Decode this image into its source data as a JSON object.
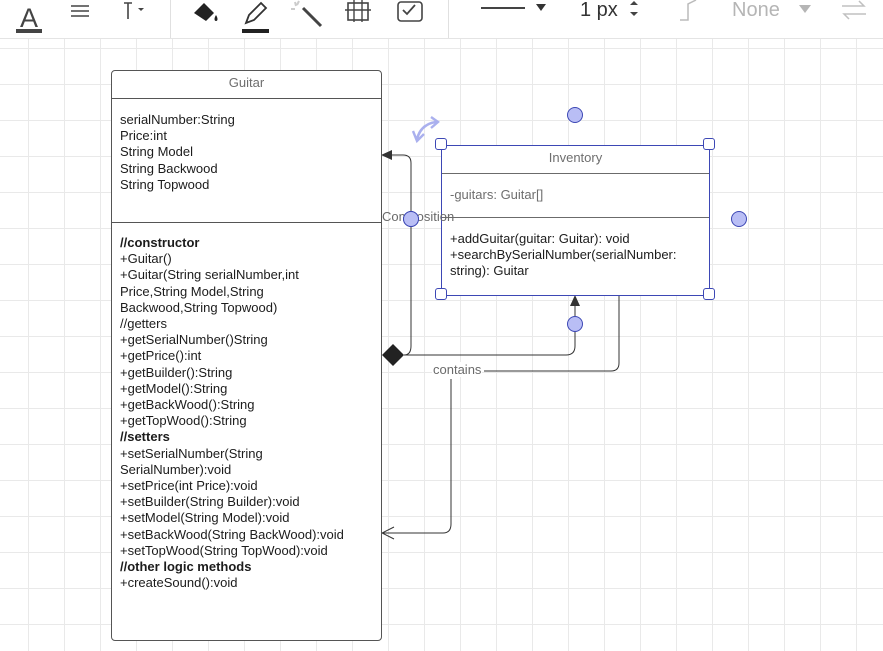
{
  "toolbar": {
    "text_icon": "A",
    "line_width_value": "1 px",
    "endpoint_value": "None",
    "colors": {
      "accent": "#3d48b5",
      "handle_fill": "#b9bef5"
    }
  },
  "guitar": {
    "title": "Guitar",
    "attributes": [
      "serialNumber:String",
      "Price:int",
      "String Model",
      "String Backwood",
      "String Topwood"
    ],
    "methods": [
      {
        "text": "//constructor",
        "bold": true
      },
      {
        "text": "+Guitar()",
        "bold": false
      },
      {
        "text": "+Guitar(String serialNumber,int",
        "bold": false
      },
      {
        "text": "Price,String Model,String",
        "bold": false
      },
      {
        "text": "Backwood,String Topwood)",
        "bold": false
      },
      {
        "text": "//getters",
        "bold": false
      },
      {
        "text": "+getSerialNumber()String",
        "bold": false
      },
      {
        "text": "+getPrice():int",
        "bold": false
      },
      {
        "text": "+getBuilder():String",
        "bold": false
      },
      {
        "text": "+getModel():String",
        "bold": false
      },
      {
        "text": "+getBackWood():String",
        "bold": false
      },
      {
        "text": "+getTopWood():String",
        "bold": false
      },
      {
        "text": "//setters",
        "bold": true
      },
      {
        "text": "+setSerialNumber(String",
        "bold": false
      },
      {
        "text": "SerialNumber):void",
        "bold": false
      },
      {
        "text": "+setPrice(int Price):void",
        "bold": false
      },
      {
        "text": "+setBuilder(String Builder):void",
        "bold": false
      },
      {
        "text": "+setModel(String Model):void",
        "bold": false
      },
      {
        "text": "+setBackWood(String BackWood):void",
        "bold": false
      },
      {
        "text": "+setTopWood(String TopWood):void",
        "bold": false
      },
      {
        "text": "//other logic methods",
        "bold": true
      },
      {
        "text": "+createSound():void",
        "bold": false
      }
    ]
  },
  "inventory": {
    "title": "Inventory",
    "attributes": [
      "-guitars: Guitar[]"
    ],
    "methods": [
      "+addGuitar(guitar: Guitar): void",
      "+searchBySerialNumber(serialNumber:",
      "string): Guitar"
    ]
  },
  "connectors": {
    "composition_label": "Composition",
    "contains_label": "contains"
  }
}
